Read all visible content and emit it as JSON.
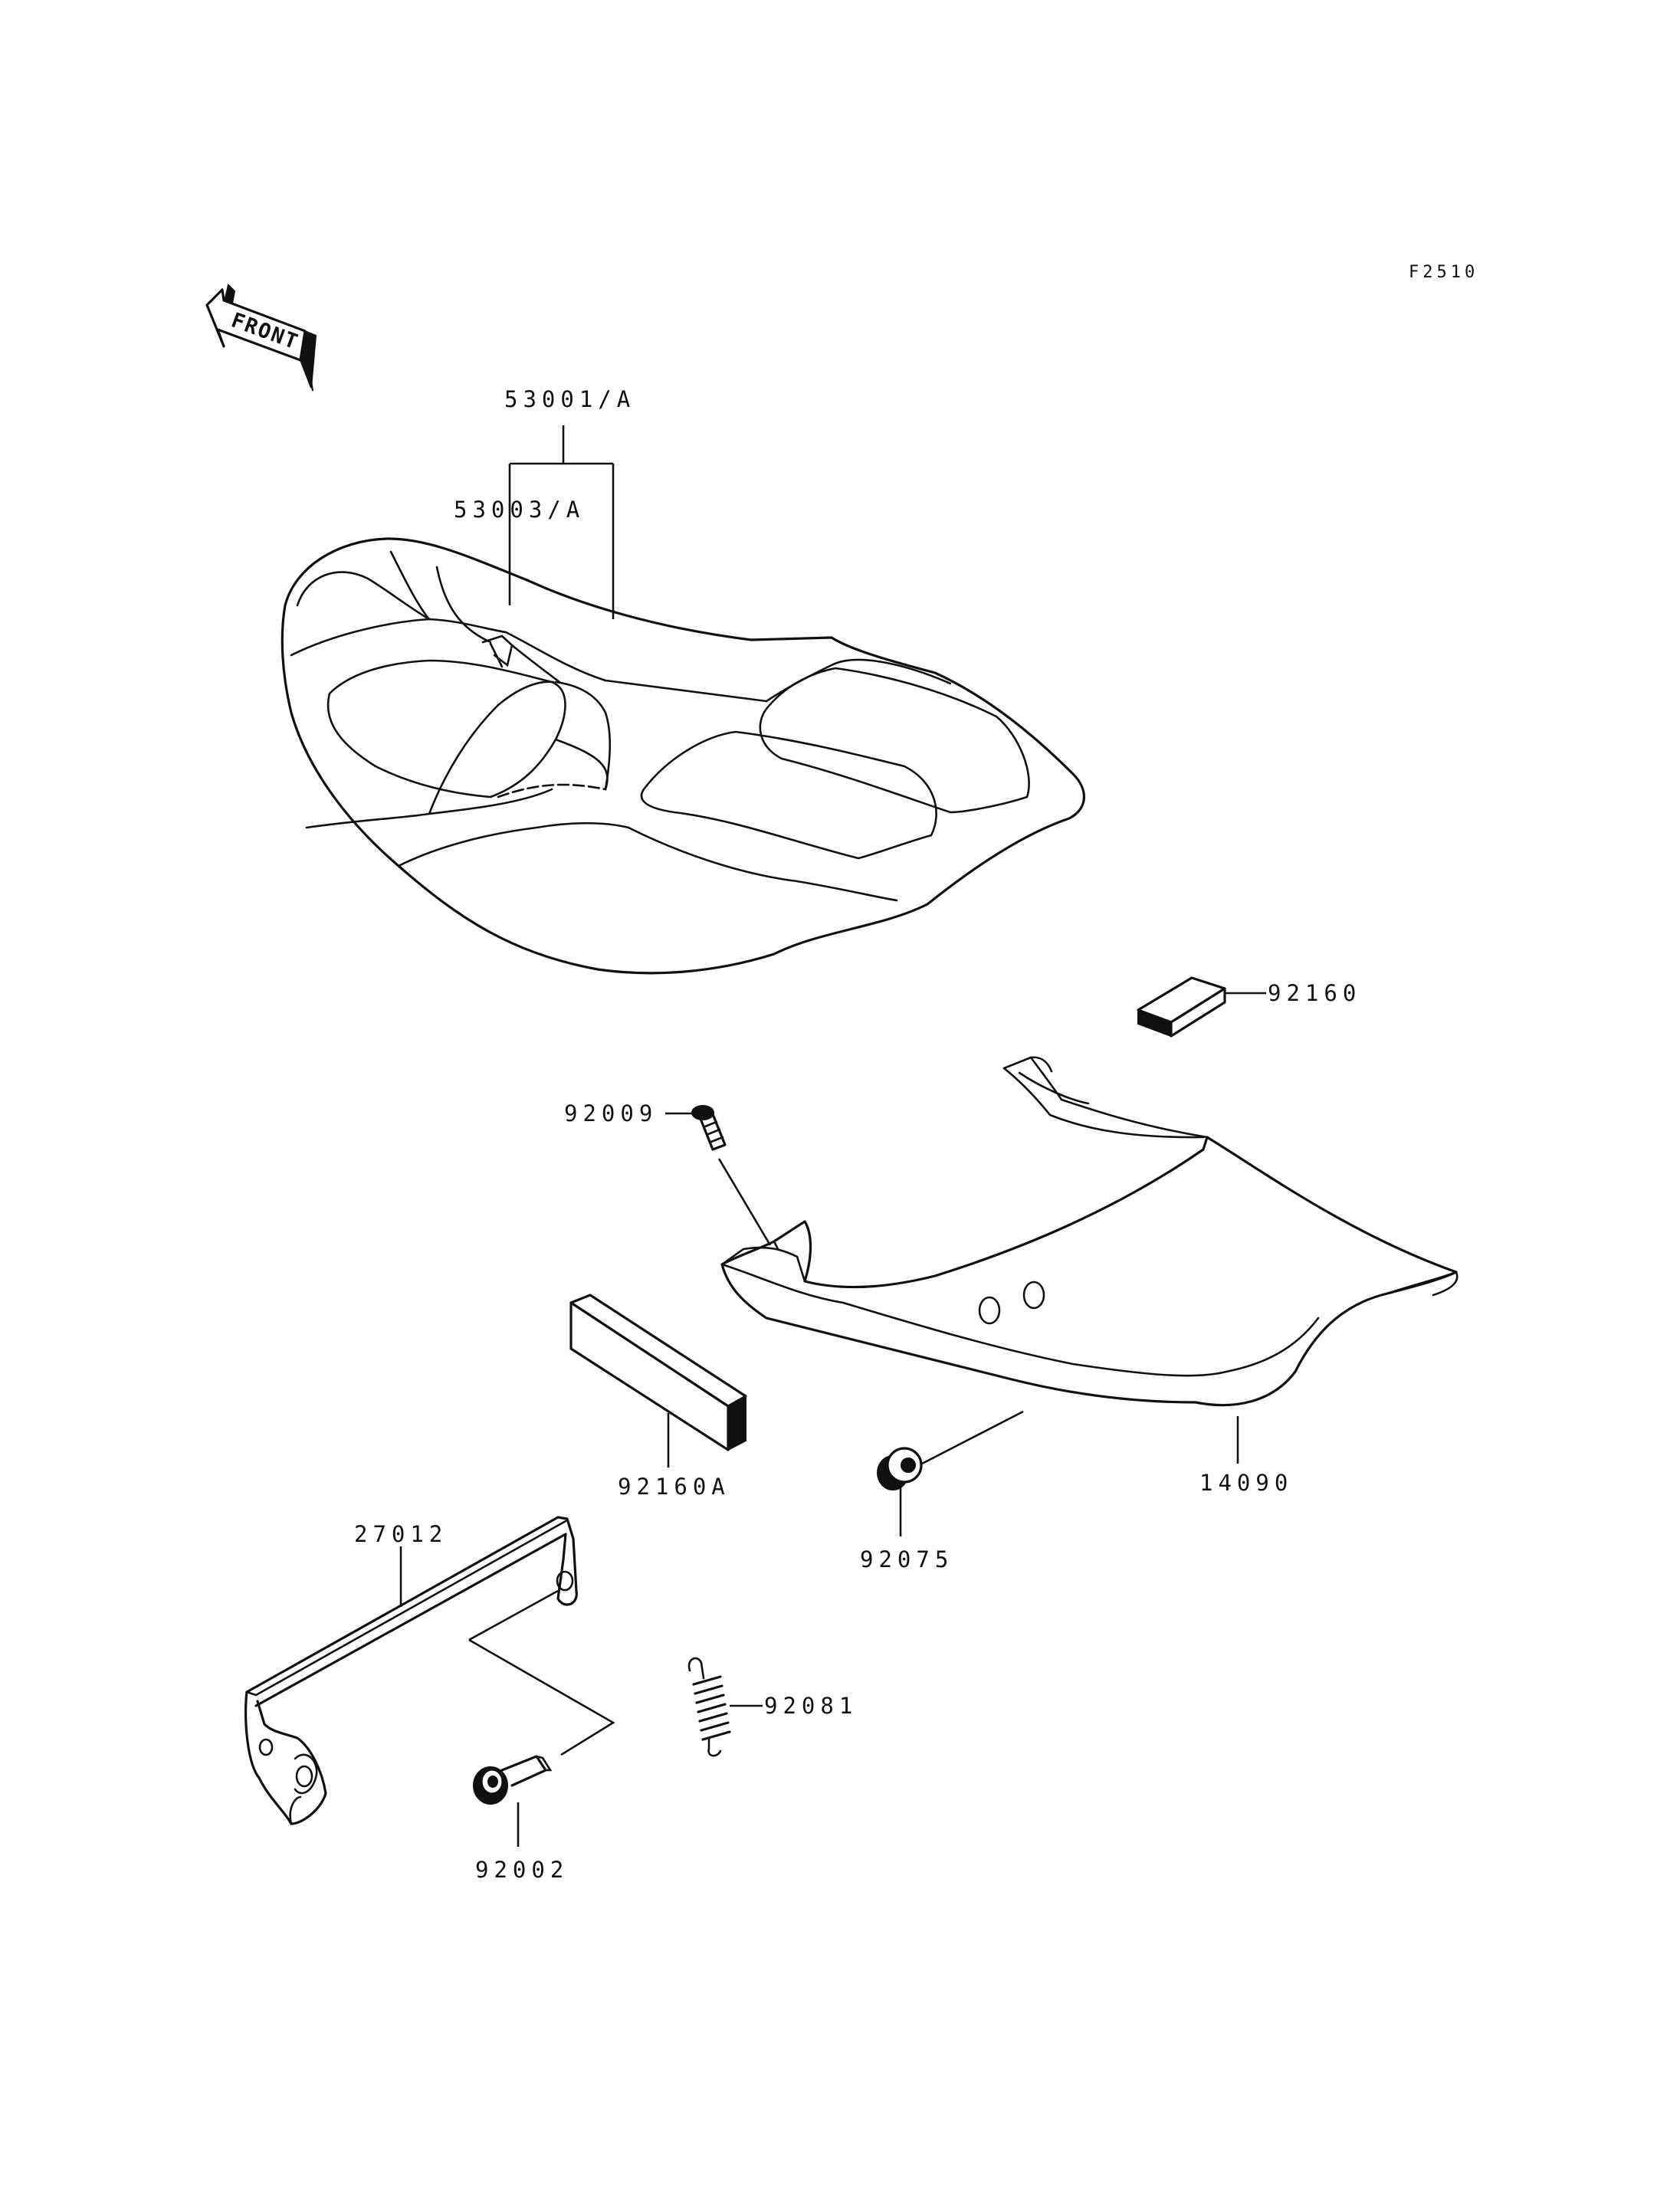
{
  "figure_id": "F2510",
  "front_label": "FRONT",
  "labels": {
    "seat_assembly": "53001/A",
    "seat_cover": "53003/A",
    "pad_small": "92160",
    "screw": "92009",
    "pad_large": "92160A",
    "grommet": "92075",
    "cover": "14090",
    "bracket": "27012",
    "spring": "92081",
    "bolt": "92002"
  }
}
